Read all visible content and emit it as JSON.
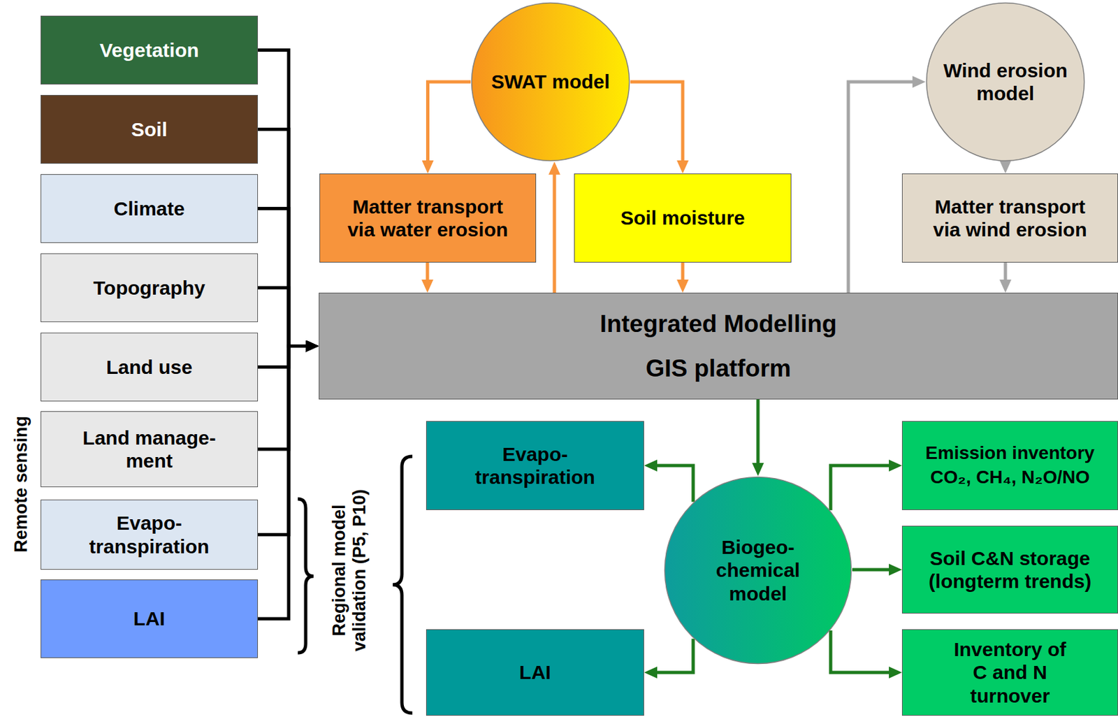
{
  "diagram": {
    "nodes": [
      {
        "text": [
          "Vegetation"
        ]
      },
      {
        "text": [
          "Soil"
        ]
      },
      {
        "text": [
          "Climate"
        ]
      },
      {
        "text": [
          "Topography"
        ]
      },
      {
        "text": [
          "Land use"
        ]
      },
      {
        "text": [
          "Land manage- ment"
        ]
      },
      {
        "text": [
          "Evapo- transpiration"
        ]
      },
      {
        "text": [
          "LAI"
        ]
      },
      {
        "text": [
          "SWAT model"
        ]
      },
      {
        "text": [
          "Wind erosion model"
        ]
      },
      {
        "text": [
          "Matter transport via water erosion"
        ]
      },
      {
        "text": [
          "Soil moisture"
        ]
      },
      {
        "text": [
          "Matter transport via wind erosion"
        ]
      },
      {
        "text": [
          "Integrated Modelling",
          "GIS platform"
        ]
      },
      {
        "text": [
          "Evapo- transpiration"
        ]
      },
      {
        "text": [
          "Biogeo- chemical model"
        ]
      },
      {
        "text": [
          "Emission inventory",
          "CO₂, CH₄, N₂O/NO"
        ]
      },
      {
        "text": [
          "LAI"
        ]
      },
      {
        "text": [
          "Soil C&N storage (longterm trends)"
        ]
      },
      {
        "text": [
          "Inventory of C and N turnover"
        ]
      }
    ],
    "edges": [
      {
        "from": 0,
        "to": 13,
        "arrow": "to"
      },
      {
        "from": 1,
        "to": 13,
        "arrow": "to"
      },
      {
        "from": 2,
        "to": 13,
        "arrow": "to"
      },
      {
        "from": 3,
        "to": 13,
        "arrow": "to"
      },
      {
        "from": 4,
        "to": 13,
        "arrow": "to"
      },
      {
        "from": 5,
        "to": 13,
        "arrow": "to"
      },
      {
        "from": 6,
        "to": 13,
        "arrow": "to"
      },
      {
        "from": 7,
        "to": 13,
        "arrow": "to"
      },
      {
        "from": 8,
        "to": 10,
        "arrow": "to"
      },
      {
        "from": 8,
        "to": 11,
        "arrow": "to"
      },
      {
        "from": 10,
        "to": 13,
        "arrow": "to"
      },
      {
        "from": 11,
        "to": 13,
        "arrow": "to"
      },
      {
        "from": 13,
        "to": 8,
        "arrow": "to"
      },
      {
        "from": 13,
        "to": 9,
        "arrow": "to"
      },
      {
        "from": 9,
        "to": 12,
        "arrow": "to"
      },
      {
        "from": 12,
        "to": 13,
        "arrow": "to"
      },
      {
        "from": 13,
        "to": 15,
        "arrow": "to"
      },
      {
        "from": 15,
        "to": 14,
        "arrow": "to"
      },
      {
        "from": 15,
        "to": 17,
        "arrow": "to"
      },
      {
        "from": 15,
        "to": 16,
        "arrow": "to"
      },
      {
        "from": 15,
        "to": 18,
        "arrow": "to"
      },
      {
        "from": 15,
        "to": 19,
        "arrow": "to"
      }
    ],
    "labels": [
      "Remote sensing",
      "Regional model validation (P5, P10)"
    ]
  }
}
